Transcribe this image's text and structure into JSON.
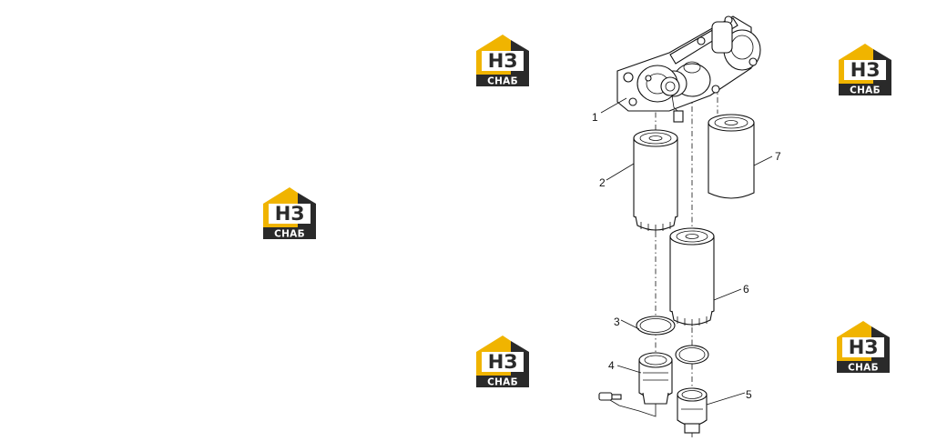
{
  "watermark": {
    "letters": "НЗ",
    "caption": "СНАБ",
    "colors": {
      "accent": "#f0b400",
      "dark": "#2a2a2a",
      "background": "#ffffff"
    }
  },
  "diagram": {
    "callouts": [
      {
        "id": "1",
        "label": "1"
      },
      {
        "id": "2",
        "label": "2"
      },
      {
        "id": "3",
        "label": "3"
      },
      {
        "id": "4",
        "label": "4"
      },
      {
        "id": "5",
        "label": "5"
      },
      {
        "id": "6",
        "label": "6"
      },
      {
        "id": "7",
        "label": "7"
      }
    ]
  }
}
